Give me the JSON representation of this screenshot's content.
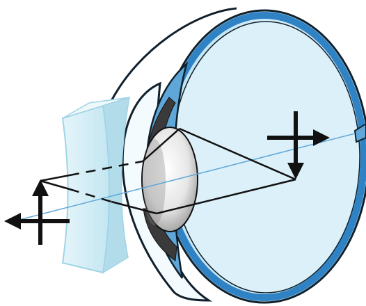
{
  "colors": {
    "background": "#ffffff",
    "lens_fill": "#d6eef5",
    "lens_edge": "#9fd4e6",
    "eye_fill": "#d4ecf6",
    "eye_outline_blue": "#2f83c4",
    "eye_outline_dark": "#10202c",
    "retina_blue": "#5fa7d8",
    "crystalline_lens": "#e6e6e6",
    "iris": "#3a3a3a",
    "ray_line": "#111111",
    "arrow": "#111111"
  },
  "elements": {
    "diverging_lens": "concave-lens",
    "eye": "eye-cross-section",
    "object": "upright-object-arrow",
    "image": "inverted-image-arrow"
  }
}
